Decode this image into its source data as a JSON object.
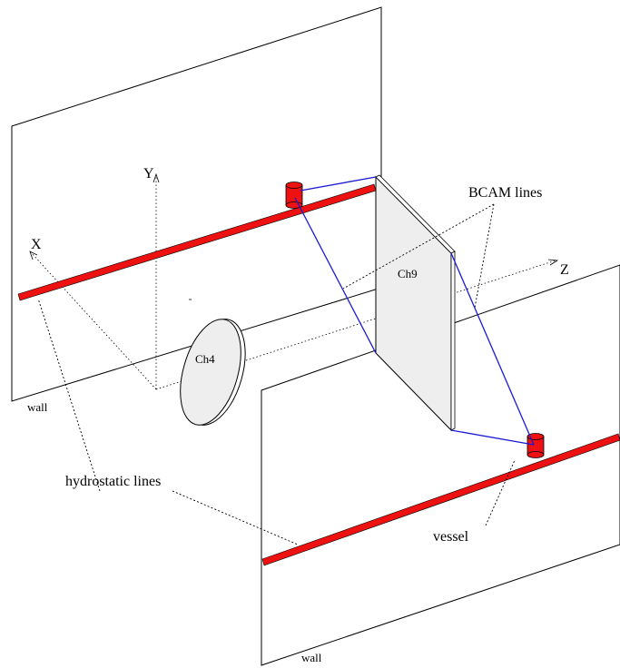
{
  "labels": {
    "axis_x": "X",
    "axis_y": "Y",
    "axis_z": "Z",
    "chamber_1": "Ch4",
    "chamber_2": "Ch9",
    "bcam_lines": "BCAM lines",
    "hydrostatic_lines": "hydrostatic lines",
    "vessel": "vessel",
    "wall_1": "wall",
    "wall_2": "wall"
  },
  "colors": {
    "wall_green": "#e6f6e4",
    "hydrostatic_line": "#ee1111",
    "bcam_line": "#1a1ad6",
    "chamber_fill": "#eeeeee"
  }
}
